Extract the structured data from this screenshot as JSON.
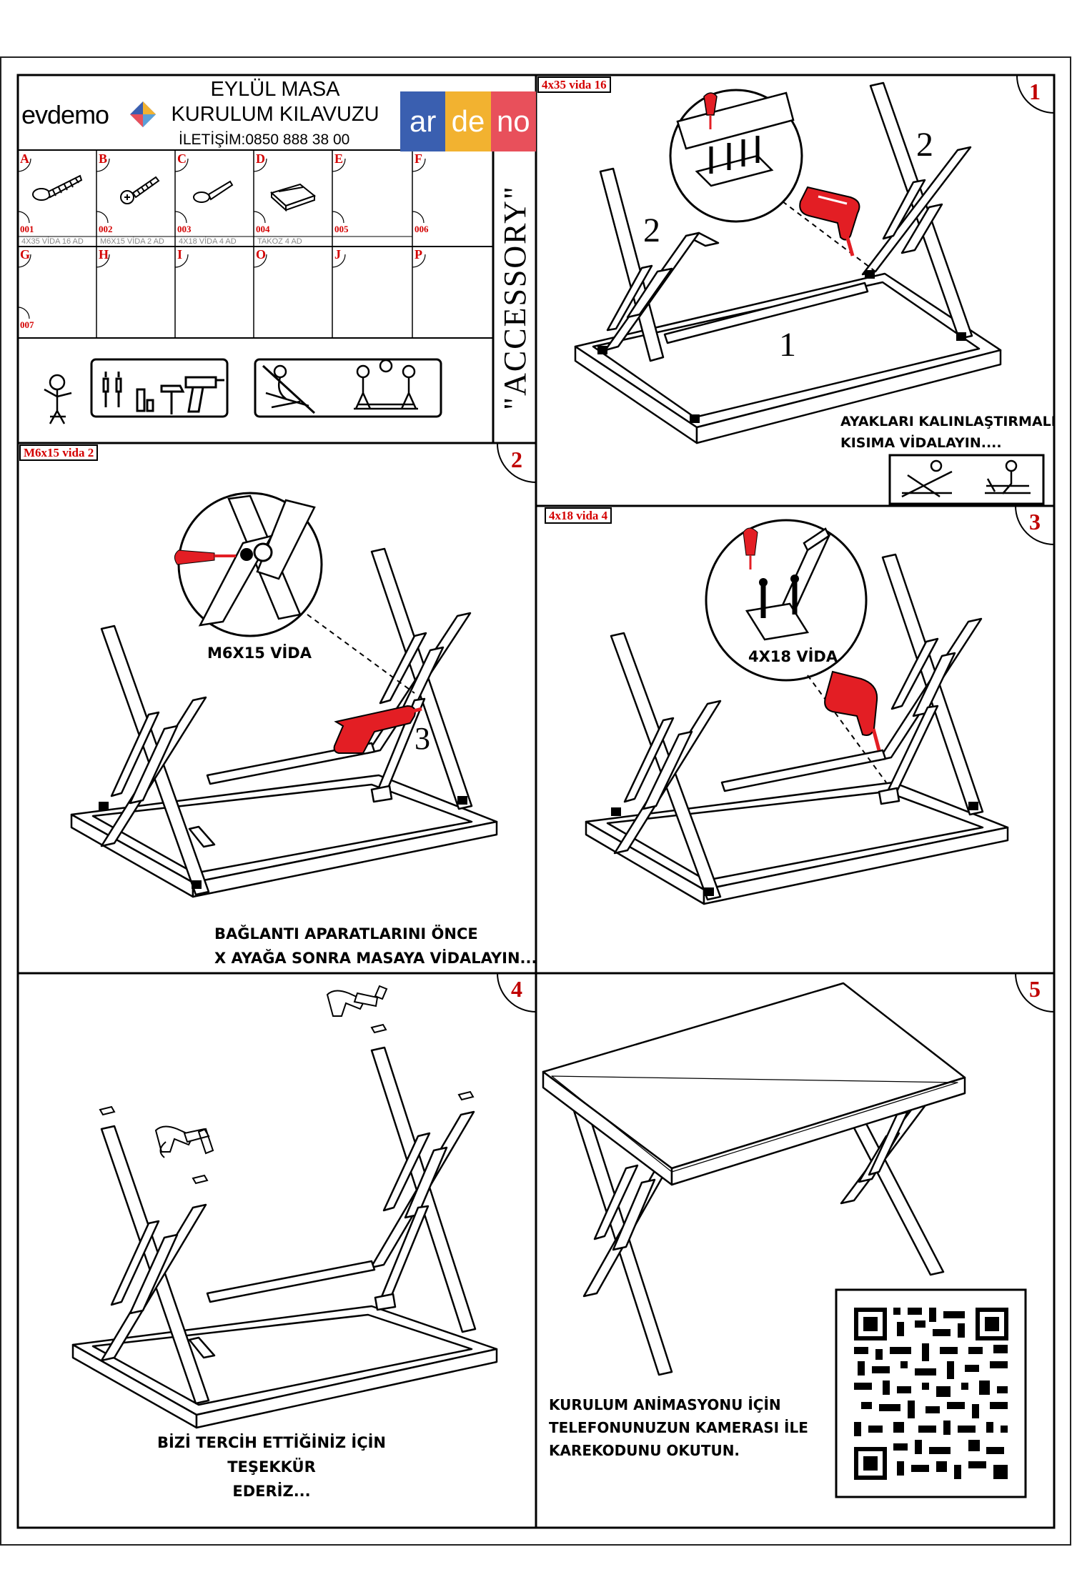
{
  "header": {
    "brand": "evdemo",
    "title_line1": "EYLÜL MASA",
    "title_line2": "KURULUM KILAVUZU",
    "contact": "İLETİŞİM:0850 888 38 00",
    "ardeno_tiles": [
      {
        "text": "ar",
        "color": "#3a5fb0"
      },
      {
        "text": "de",
        "color": "#f2b230"
      },
      {
        "text": "no",
        "color": "#e8505b"
      }
    ]
  },
  "accessory_label": "\"ACCESSORY\"",
  "parts": {
    "row1": [
      {
        "letter": "A",
        "code": "001",
        "caption": "4X35 VİDA 16 AD"
      },
      {
        "letter": "B",
        "code": "002",
        "caption": "M6X15 VİDA 2 AD"
      },
      {
        "letter": "C",
        "code": "003",
        "caption": "4X18 VİDA 4 AD"
      },
      {
        "letter": "D",
        "code": "004",
        "caption": "TAKOZ 4 AD"
      },
      {
        "letter": "E",
        "code": "005",
        "caption": ""
      },
      {
        "letter": "F",
        "code": "006",
        "caption": ""
      }
    ],
    "row2": [
      {
        "letter": "G",
        "code": "007"
      },
      {
        "letter": "H",
        "code": ""
      },
      {
        "letter": "I",
        "code": ""
      },
      {
        "letter": "O",
        "code": ""
      },
      {
        "letter": "J",
        "code": ""
      },
      {
        "letter": "P",
        "code": ""
      }
    ]
  },
  "steps": {
    "s1": {
      "number": "1",
      "tag": "4x35 vida 16",
      "caption_line1": "AYAKLARI KALINLAŞTIRMALI",
      "caption_line2": "KISIMA VİDALAYIN....",
      "label_top": "1",
      "label_leg_left": "2",
      "label_leg_right": "2"
    },
    "s2": {
      "number": "2",
      "tag": "M6x15 vida 2",
      "callout": "M6X15 VİDA",
      "marker": "3",
      "caption_line1": "BAĞLANTI APARATLARINI ÖNCE",
      "caption_line2": "X AYAĞA SONRA MASAYA VİDALAYIN..."
    },
    "s3": {
      "number": "3",
      "tag": "4x18 vida 4",
      "callout": "4X18 VİDA"
    },
    "s4": {
      "number": "4",
      "caption_line1": "BİZİ TERCİH ETTİĞİNİZ İÇİN TEŞEKKÜR",
      "caption_line2": "EDERİZ..."
    },
    "s5": {
      "number": "5",
      "caption_line1": "KURULUM ANİMASYONU İÇİN",
      "caption_line2": "TELEFONUNUZUN KAMERASI İLE",
      "caption_line3": "KAREKODUNU OKUTUN."
    }
  },
  "icons": [
    "person-thinking-icon",
    "screwdriver-icon",
    "hammer-icon",
    "drill-icon",
    "two-person-assembly-icon",
    "qr-code-icon"
  ],
  "colors": {
    "accent_red": "#e31e24",
    "tag_red": "#d40000",
    "line": "#000000"
  }
}
